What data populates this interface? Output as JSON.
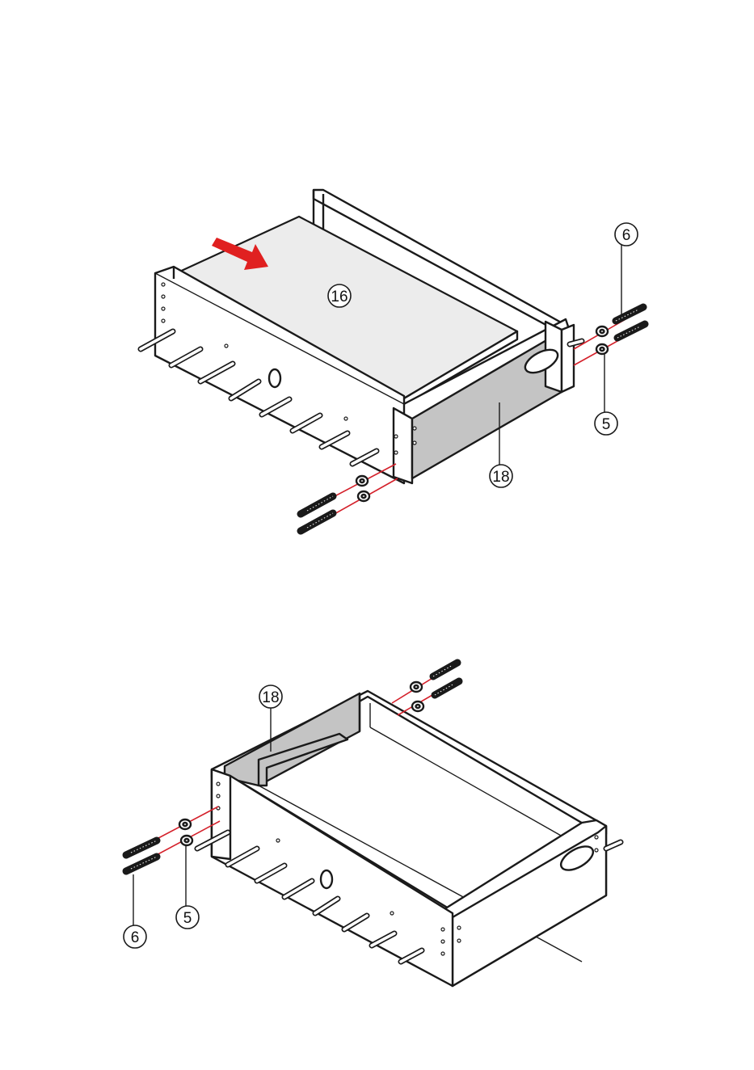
{
  "figures": [
    {
      "id": "step-top",
      "callouts": [
        {
          "id": "c16",
          "label": "16"
        },
        {
          "id": "c18",
          "label": "18"
        },
        {
          "id": "c6",
          "label": "6"
        },
        {
          "id": "c5",
          "label": "5"
        }
      ],
      "arrow_color": "#e02020"
    },
    {
      "id": "step-bottom",
      "callouts": [
        {
          "id": "c18",
          "label": "18"
        },
        {
          "id": "c5",
          "label": "5"
        },
        {
          "id": "c6",
          "label": "6"
        }
      ]
    }
  ],
  "colors": {
    "accent_red": "#e02020",
    "guide_line": "#d4202a",
    "panel_grey": "#c4c4c4",
    "outline": "#1a1a1a"
  }
}
